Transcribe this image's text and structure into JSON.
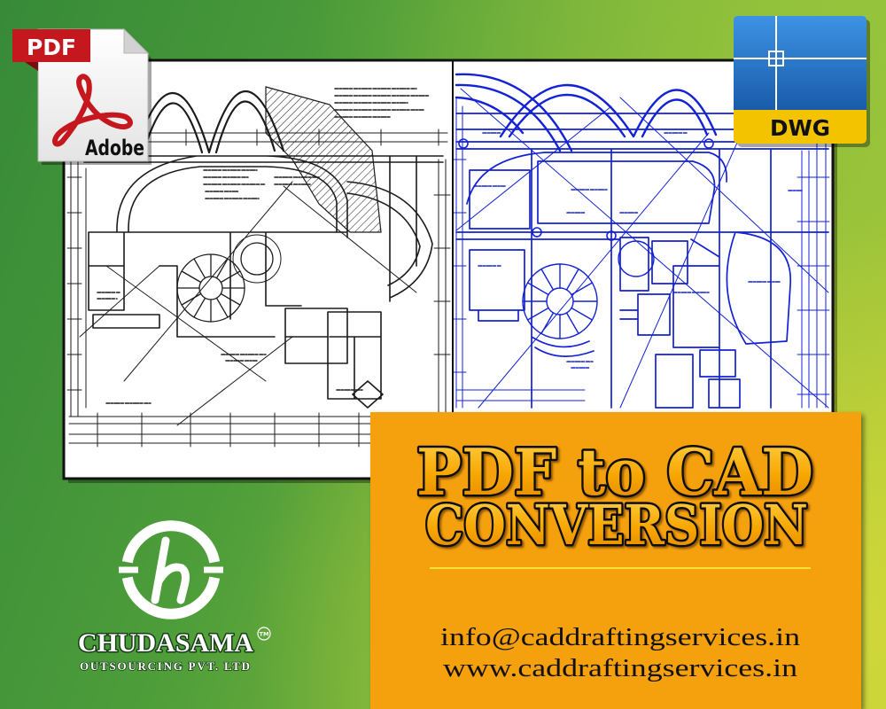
{
  "pdf_icon": {
    "tag": "PDF",
    "brand": "Adobe",
    "icon": "adobe-pdf-file-icon"
  },
  "dwg_icon": {
    "label": "DWG",
    "icon": "dwg-file-icon"
  },
  "headline": {
    "line1": "PDF to CAD",
    "line2": "CONVERSION"
  },
  "contact": {
    "email": "info@caddraftingservices.in",
    "website": "www.caddraftingservices.in"
  },
  "company": {
    "name": "CHUDASAMA",
    "trademark": "TM",
    "tagline": "OUTSOURCING PVT. LTD",
    "logo": "chudasama-h-logo-icon"
  },
  "colors": {
    "banner_orange": "#f5a00c",
    "pdf_red": "#c5171e",
    "dwg_yellow": "#f4c300",
    "cad_blue": "#1322d4",
    "divider_yellow": "#f2e23a"
  }
}
